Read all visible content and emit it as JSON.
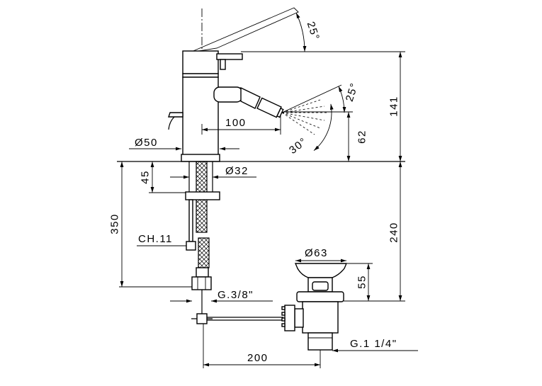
{
  "drawing": {
    "labels": {
      "lever_angle": "25°",
      "height_total": "141",
      "spout_angle": "25°",
      "spout_reach": "100",
      "spout_height": "62",
      "spray_angle": "30°",
      "base_diameter": "Ø50",
      "shank_diameter": "Ø32",
      "shank_length": "45",
      "hose_length": "350",
      "wrench_size": "CH.11",
      "drain_depth": "240",
      "drain_diameter": "Ø63",
      "drain_flange_height": "55",
      "hose_thread": "G.3/8\"",
      "drain_thread": "G.1 1/4\"",
      "rod_length": "200"
    }
  },
  "colors": {
    "line": "#000000",
    "background": "#ffffff"
  }
}
